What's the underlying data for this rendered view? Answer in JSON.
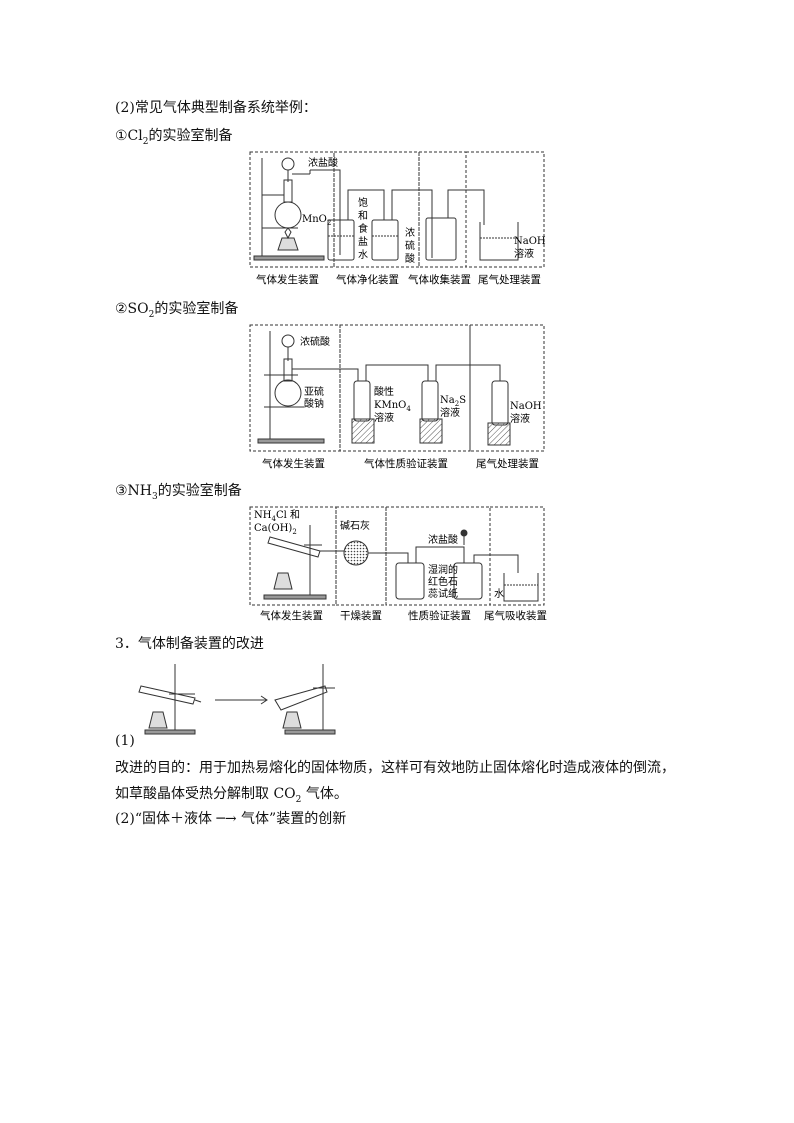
{
  "heading_2": "(2)常见气体典型制备系统举例：",
  "cl2": {
    "title_pre": "①Cl",
    "title_sub": "2",
    "title_post": "的实验室制备",
    "lbl_acid": "浓盐酸",
    "lbl_mno2": "MnO",
    "lbl_mno2_sub": "2",
    "lbl_brine": [
      "饱",
      "和",
      "食",
      "盐",
      "水"
    ],
    "lbl_h2so4": [
      "浓",
      "硫",
      "酸"
    ],
    "lbl_naoh": "NaOH",
    "lbl_naoh2": "溶液",
    "captions": [
      "气体发生装置",
      "气体净化装置",
      "气体收集装置",
      "尾气处理装置"
    ]
  },
  "so2": {
    "title_pre": "②SO",
    "title_sub": "2",
    "title_post": "的实验室制备",
    "lbl_acid": "浓硫酸",
    "lbl_na2so3_1": "亚硫",
    "lbl_na2so3_2": "酸钠",
    "lbl_kmno4_1": "酸性",
    "lbl_kmno4_2": "KMnO",
    "lbl_kmno4_sub": "4",
    "lbl_kmno4_3": "溶液",
    "lbl_na2s_1": "Na",
    "lbl_na2s_sub": "2",
    "lbl_na2s_2": "S",
    "lbl_na2s_3": "溶液",
    "lbl_naoh": "NaOH",
    "lbl_naoh2": "溶液",
    "captions": [
      "气体发生装置",
      "气体性质验证装置",
      "尾气处理装置"
    ]
  },
  "nh3": {
    "title_pre": "③NH",
    "title_sub": "3",
    "title_post": "的实验室制备",
    "lbl_reag1_pre": "NH",
    "lbl_reag1_sub": "4",
    "lbl_reag1_post": "Cl 和",
    "lbl_reag2_pre": "Ca(OH)",
    "lbl_reag2_sub": "2",
    "lbl_lime": "碱石灰",
    "lbl_hcl": "浓盐酸",
    "lbl_paper": [
      "湿润的",
      "红色石",
      "蕊试纸"
    ],
    "lbl_water": "水",
    "captions": [
      "气体发生装置",
      "干燥装置",
      "性质验证装置",
      "尾气吸收装置"
    ]
  },
  "section3": "3．气体制备装置的改进",
  "item1_label": "(1)",
  "purpose_pre": "改进的目的：用于加热易熔化的固体物质，这样可有效地防止固体熔化时造成液体的倒流，",
  "purpose_line2_pre": "如草酸晶体受热分解制取 CO",
  "purpose_line2_sub": "2",
  "purpose_line2_post": " 气体。",
  "item2": "(2)“固体＋液体 ─→ 气体”装置的创新"
}
